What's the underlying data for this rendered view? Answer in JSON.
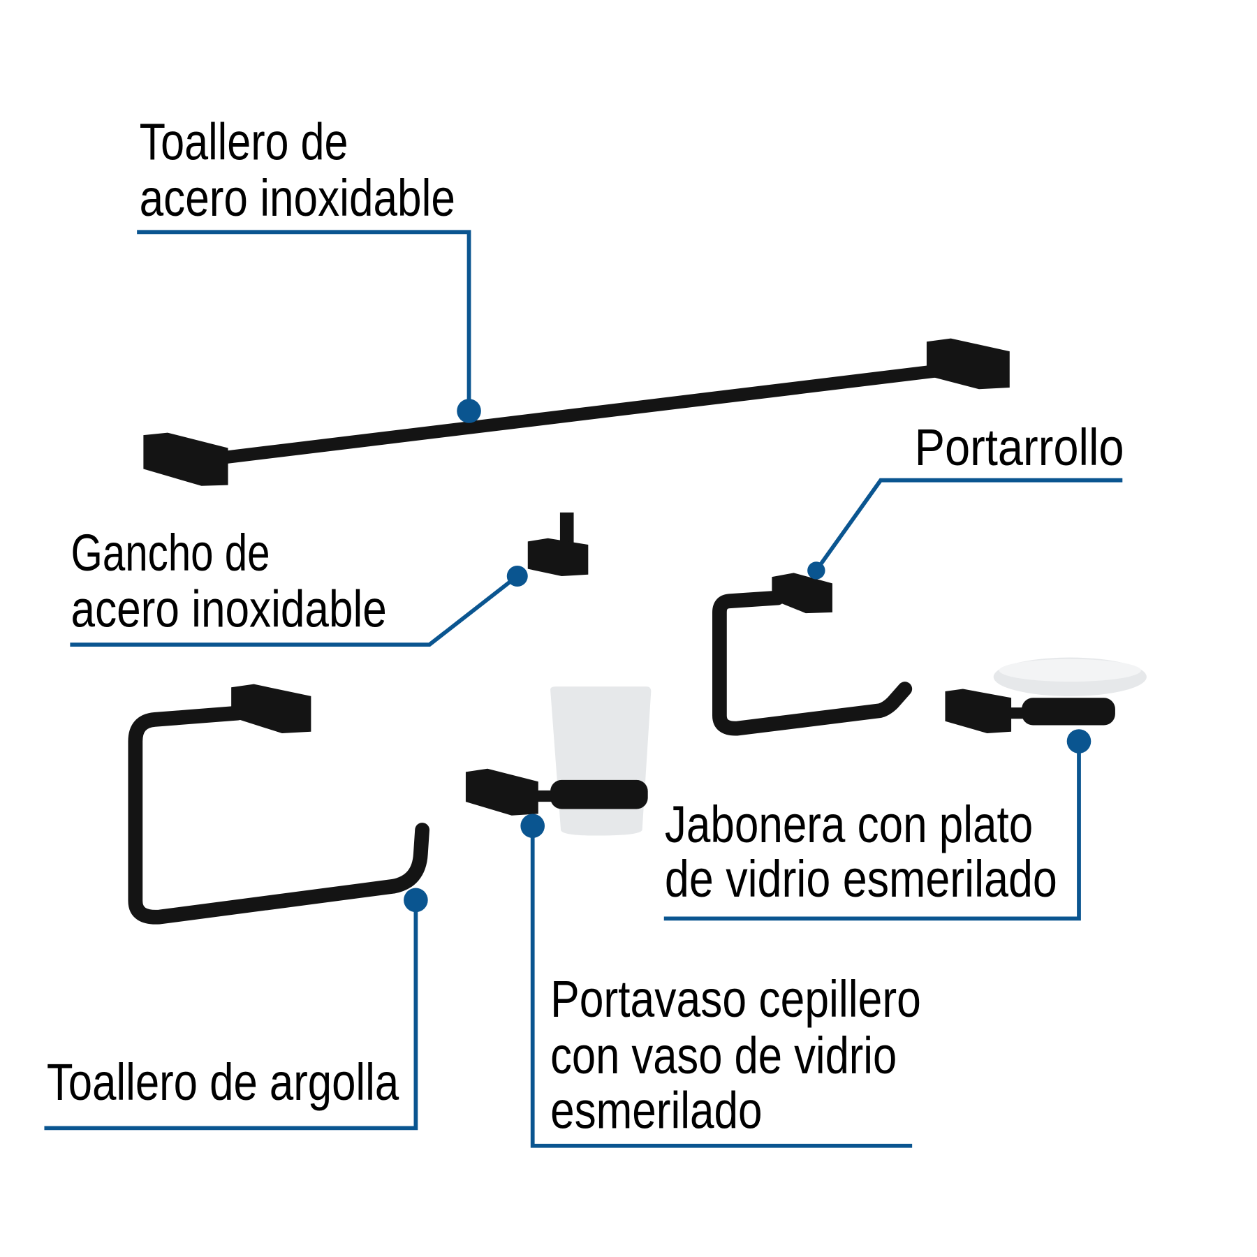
{
  "labels": {
    "towel_bar": [
      "Toallero de",
      "acero inoxidable"
    ],
    "toilet_roll_holder": [
      "Portarrollo"
    ],
    "hook": [
      "Gancho de",
      "acero inoxidable"
    ],
    "soap_dish": [
      "Jabonera con plato",
      "de vidrio esmerilado"
    ],
    "towel_ring": [
      "Toallero de argolla"
    ],
    "tumbler_holder": [
      "Portavaso cepillero",
      "con vaso de vidrio",
      "esmerilado"
    ]
  },
  "colors": {
    "leader": "#0a5590",
    "product": "#141414",
    "glass": "#e6e8ea"
  }
}
